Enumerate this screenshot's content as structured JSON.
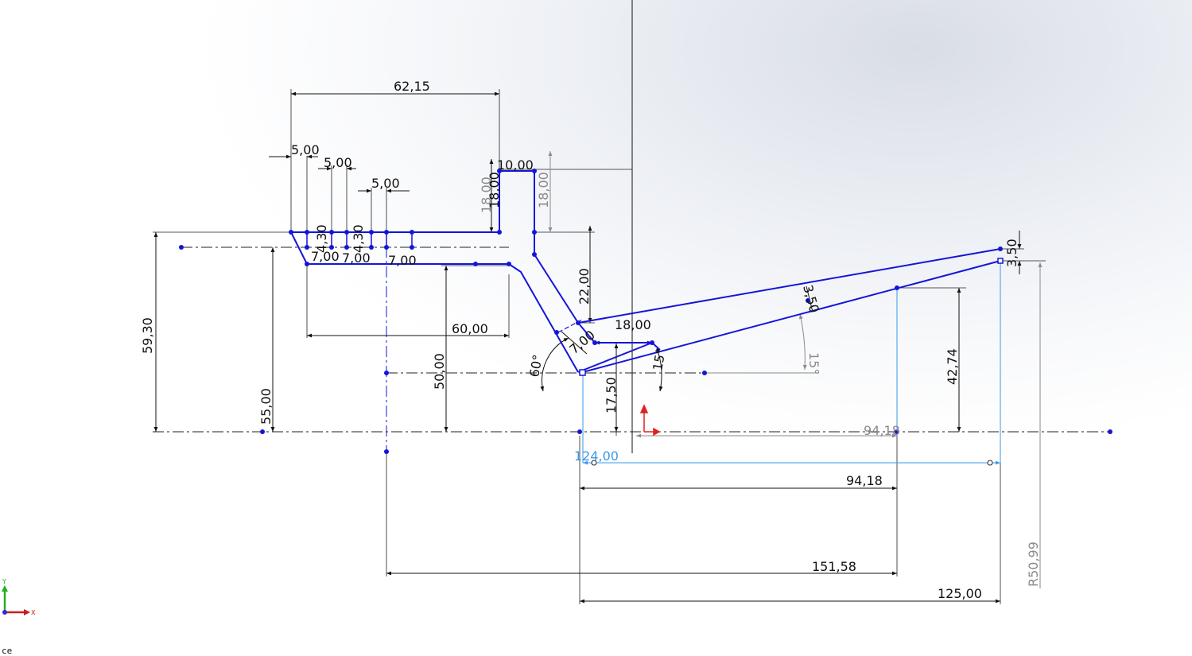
{
  "dims": {
    "d62_15": "62,15",
    "d5_00_a": "5,00",
    "d5_00_b": "5,00",
    "d5_00_c": "5,00",
    "d10_00": "10,00",
    "d18_00_a": "18,00",
    "d18_00_b": "18,00",
    "d18_00_c": "18,00",
    "d4_30_a": "4,30",
    "d4_30_b": "4,30",
    "d7_00_a": "7,00",
    "d7_00_b": "7,00",
    "d7_00_c": "7,00",
    "d7_00_d": "7,00",
    "d22_00": "22,00",
    "d18_00_h": "18,00",
    "d60_00": "60,00",
    "d59_30": "59,30",
    "d55_00": "55,00",
    "d50_00": "50,00",
    "d60deg": "60°",
    "d15deg_a": "15°",
    "d15deg_b": "15°",
    "d17_50": "17,50",
    "d3_50_a": "3,50",
    "d3_50_b": "3,50",
    "d42_74": "42,74",
    "d94_18_grey": "94,18",
    "d124_00": "124,00",
    "d94_18": "94,18",
    "d151_58": "151,58",
    "d125_00": "125,00",
    "dR50_99": "R50,99"
  },
  "triad": {
    "y_label": "Y",
    "x_label": "X"
  },
  "status_text": "ce",
  "colors": {
    "sketch": "#1515d8",
    "dimension": "#111111",
    "driven": "#8a8a8a",
    "selected": "#3a9ae8",
    "origin": "#e02020"
  }
}
